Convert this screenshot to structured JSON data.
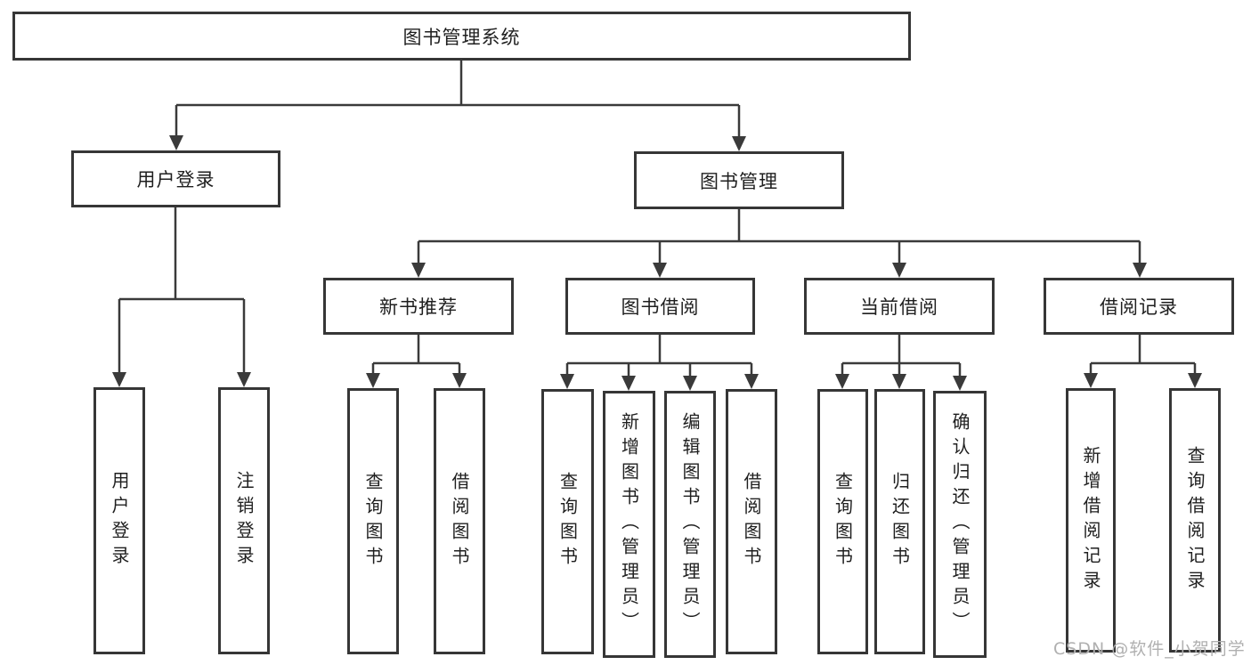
{
  "tree": {
    "label": "图书管理系统",
    "children": [
      {
        "label": "用户登录",
        "children": [
          {
            "label": "用户登录"
          },
          {
            "label": "注销登录"
          }
        ]
      },
      {
        "label": "图书管理",
        "children": [
          {
            "label": "新书推荐",
            "children": [
              {
                "label": "查询图书"
              },
              {
                "label": "借阅图书"
              }
            ]
          },
          {
            "label": "图书借阅",
            "children": [
              {
                "label": "查询图书"
              },
              {
                "label": "新增图书（管理员）"
              },
              {
                "label": "编辑图书（管理员）"
              },
              {
                "label": "借阅图书"
              }
            ]
          },
          {
            "label": "当前借阅",
            "children": [
              {
                "label": "查询图书"
              },
              {
                "label": "归还图书"
              },
              {
                "label": "确认归还（管理员）"
              }
            ]
          },
          {
            "label": "借阅记录",
            "children": [
              {
                "label": "新增借阅记录"
              },
              {
                "label": "查询借阅记录"
              }
            ]
          }
        ]
      }
    ]
  },
  "watermark": {
    "text": "CSDN @软件_小贺同学"
  },
  "colors": {
    "background": "#ffffff",
    "box_border": "#363636",
    "line": "#3a3a3a",
    "text": "#1f1f1f",
    "watermark": "#b0b0b0"
  }
}
